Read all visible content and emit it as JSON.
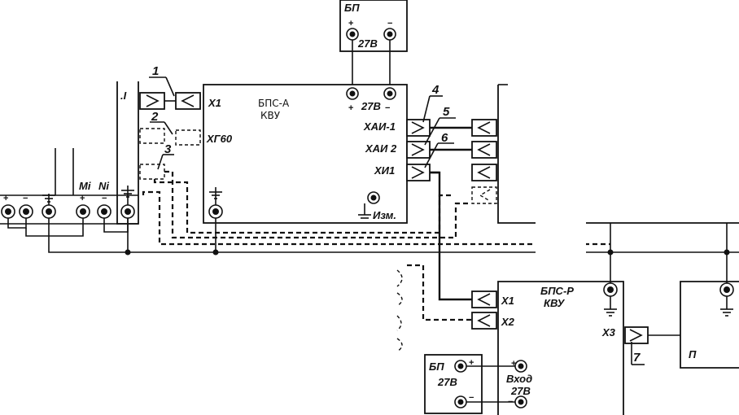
{
  "blocks": {
    "bp_top": {
      "title": "БП",
      "plus": "+",
      "minus": "−",
      "voltage": "27В"
    },
    "bps_a": {
      "line1": "БПС-А",
      "line2": "КВУ",
      "x1": "X1",
      "xg60": "ХГ60",
      "power": "27В",
      "plus": "+",
      "minus": "−",
      "xai1": "ХАИ-1",
      "xai2": "ХАИ 2",
      "xi1": "ХИ1",
      "izm": "Изм."
    },
    "left_device": {
      "title_partial": ".I",
      "mi": "Mi",
      "ni": "Ni",
      "plus": "+",
      "minus": "−"
    },
    "bps_bottom": {
      "title_partial": "БПС-Р",
      "kvu": "КВУ",
      "x1": "X1",
      "x2": "X2",
      "x3": "X3",
      "input": "Вход",
      "voltage": "27В",
      "plus": "+",
      "minus": "−"
    },
    "bp_bottom": {
      "title": "БП",
      "voltage": "27В",
      "plus": "+",
      "minus": "−"
    },
    "bottom_right_partial": {
      "title_partial": "П"
    }
  },
  "callouts": [
    "1",
    "2",
    "3",
    "4",
    "5",
    "6",
    "7"
  ]
}
